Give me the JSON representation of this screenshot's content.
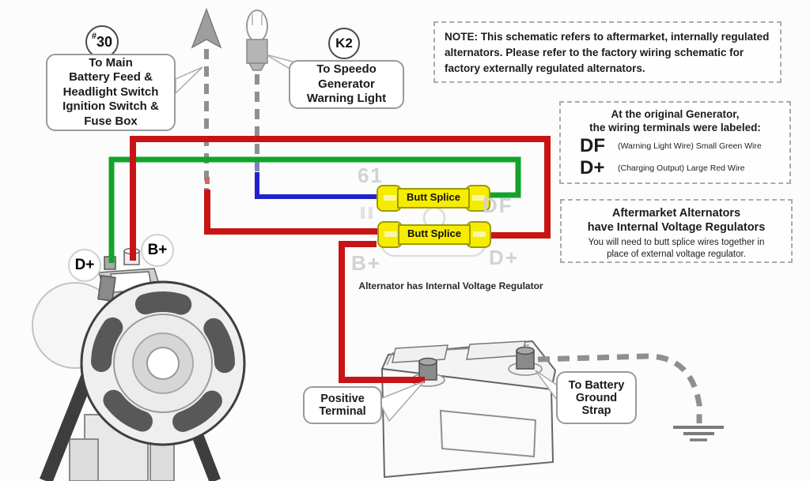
{
  "callouts": {
    "main_feed": {
      "badge_hash": "#",
      "badge_num": "30",
      "lines": [
        "To Main",
        "Battery Feed &",
        "Headlight Switch",
        "Ignition Switch &",
        "Fuse Box"
      ]
    },
    "warning_light": {
      "badge": "K2",
      "lines": [
        "To Speedo",
        "Generator",
        "Warning Light"
      ]
    },
    "positive_terminal": {
      "lines": [
        "Positive",
        "Terminal"
      ]
    },
    "ground_strap": {
      "lines": [
        "To Battery",
        "Ground",
        "Strap"
      ]
    }
  },
  "note_box": {
    "text": "NOTE: This schematic refers to aftermarket, internally regulated alternators.  Please refer to the factory wiring schematic for factory externally regulated alternators."
  },
  "generator_box": {
    "heading_line1": "At the original Generator,",
    "heading_line2": "the wiring terminals were labeled:",
    "terminals": [
      {
        "name": "DF",
        "desc": "(Warning Light Wire) Small Green Wire"
      },
      {
        "name": "D+",
        "desc": "(Charging Output) Large Red Wire"
      }
    ]
  },
  "aftermarket_box": {
    "heading_line1": "Aftermarket Alternators",
    "heading_line2": "have Internal Voltage Regulators",
    "body_line1": "You will need to butt splice wires together in",
    "body_line2": "place of external voltage regulator."
  },
  "splices": {
    "label": "Butt Splice"
  },
  "ghost_labels": {
    "n61": "61",
    "df": "DF",
    "bplus": "B+",
    "dplus": "D+"
  },
  "alternator": {
    "terminal_dplus": "D+",
    "terminal_bplus": "B+",
    "caption": "Alternator has Internal Voltage Regulator"
  },
  "colors": {
    "wire_red": "#c81414",
    "wire_green": "#12a32b",
    "wire_blue": "#2121cc",
    "wire_gray": "#8f8f8f",
    "splice_yellow": "#f5ec00",
    "splice_border": "#9c9c00",
    "ghost": "#d2d2d2"
  }
}
